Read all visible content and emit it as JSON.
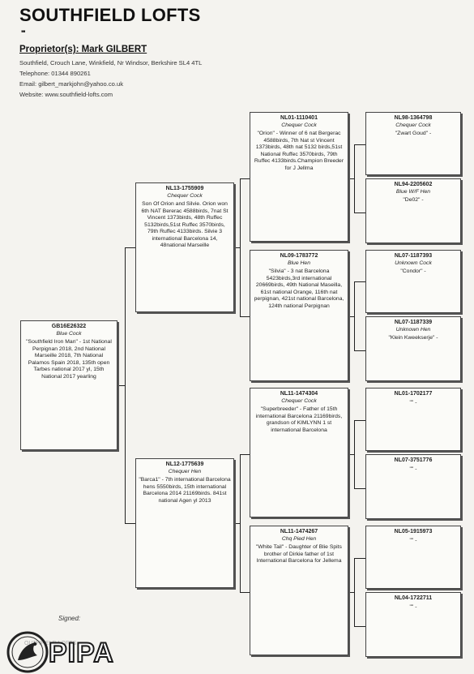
{
  "header": {
    "title": "SOUTHFIELD LOFTS",
    "title_marks": "''''",
    "proprietor": "Proprietor(s): Mark GILBERT",
    "address": "Southfield, Crouch Lane, Winkfield, Nr Windsor, Berkshire SL4 4TL",
    "telephone": "Telephone: 01344 890261",
    "email": "Email: gilbert_markjohn@yahoo.co.uk",
    "website": "Website: www.southfield-lofts.com"
  },
  "pedigree": {
    "subject": {
      "ring": "GB16E26322",
      "desc": "Blue Cock",
      "notes": "\"Southfield Iron Man\" - 1st National Perpignan 2018, 2nd National Marseille 2018, 7th National Palamos Spain 2018, 135th open Tarbes national 2017 yl, 15th National 2017 yearling"
    },
    "sire": {
      "ring": "NL13-1755909",
      "desc": "Chequer Cock",
      "notes": "Son Of Orion and Silvie. Orion won 6th NAT Bererac 4588birds, 7nat St Vincent 1373birds, 48th Ruffec 5132birds,51st Ruffec 3570birds, 79th Ruffec 4133birds. Silvie 3 international Barcelona 14, 48national Marseille"
    },
    "dam": {
      "ring": "NL12-1775639",
      "desc": "Chequer Hen",
      "notes": "\"Barca1\" - 7th international Barcelona hens 5550birds, 15th international Barcelona 2014 21169birds. 841st national Agen yl 2013"
    },
    "ss": {
      "ring": "NL01-1110401",
      "desc": "Chequer Cock",
      "notes": "\"Orion\" - Winner of 6 nat Bergerac 4588birds, 7th Nat st Vincent 1373birds, 48th nat 5132 birds,51st National Ruffec 3570birds, 79th Ruffec 4133birds.Champion Breeder for J Jellma"
    },
    "sd": {
      "ring": "NL09-1783772",
      "desc": "Blue Hen",
      "notes": "\"Silvia\" - 3 nat Barcelona 5423birds,3rd international 20669birds, 49th National Maseilla, 61st national Orange, 116th nat perpignan, 421st national Barcelona, 124th national Perpignan"
    },
    "ds": {
      "ring": "NL11-1474304",
      "desc": "Chequer Cock",
      "notes": "\"Superbreeder\" - Father of 15th international Barcelona 21169birds, grandson of KIMLYNN 1 st international Barcelona"
    },
    "dd": {
      "ring": "NL11-1474267",
      "desc": "Chq Pied Hen",
      "notes": "\"White Tail\" - Daughter of Blie Spits brother of Dirkie father of 1st International Barcelona for Jellema"
    },
    "sss": {
      "ring": "NL98-1364798",
      "desc": "Chequer Cock",
      "notes": "\"Zwart Goud\" -"
    },
    "ssd": {
      "ring": "NL94-2205602",
      "desc": "Blue W/F Hen",
      "notes": "\"De02\" -"
    },
    "sds": {
      "ring": "NL07-1187393",
      "desc": "Unknown Cock",
      "notes": "\"Condor\" -"
    },
    "sdd": {
      "ring": "NL07-1187339",
      "desc": "Unknown Hen",
      "notes": "\"Klein Kweekserje\" -"
    },
    "dss": {
      "ring": "NL01-1702177",
      "desc": "",
      "notes": "\"\" -"
    },
    "dsd": {
      "ring": "NL07-3751776",
      "desc": "",
      "notes": "\"\" -"
    },
    "dds": {
      "ring": "NL05-1915973",
      "desc": "",
      "notes": "\"\" -"
    },
    "ddd": {
      "ring": "NL04-1722711",
      "desc": "",
      "notes": "\"\" -"
    }
  },
  "footer": {
    "signed": "Signed:",
    "logo": "PIPA",
    "faded_text": "OUTHFIELD LOFTS"
  }
}
